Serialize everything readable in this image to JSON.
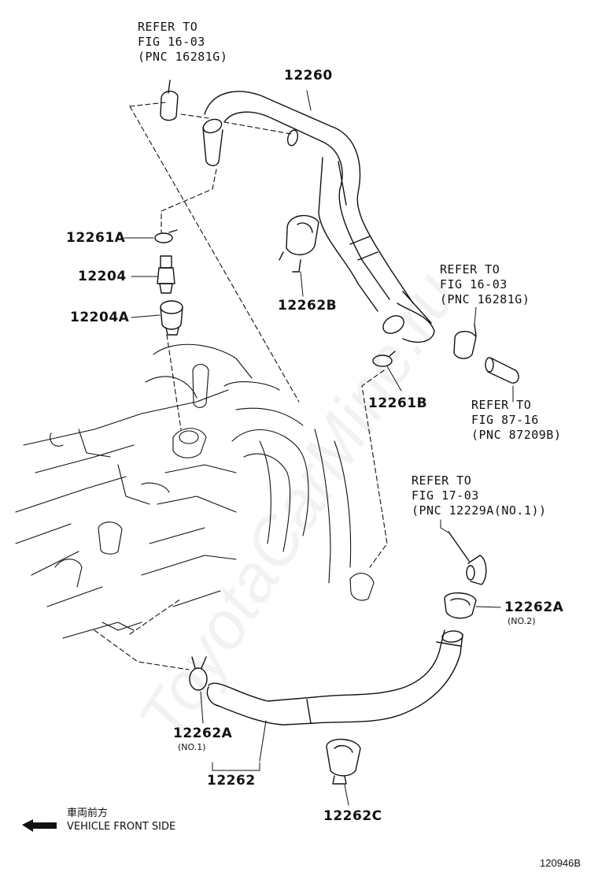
{
  "refs": {
    "ref1": {
      "line1": "REFER TO",
      "line2": "FIG 16-03",
      "line3": "(PNC 16281G)"
    },
    "ref2": {
      "line1": "REFER TO",
      "line2": "FIG 16-03",
      "line3": "(PNC 16281G)"
    },
    "ref3": {
      "line1": "REFER TO",
      "line2": "FIG 87-16",
      "line3": "(PNC 87209B)"
    },
    "ref4": {
      "line1": "REFER TO",
      "line2": "FIG 17-03",
      "line3": "(PNC 12229A(NO.1))"
    }
  },
  "parts": {
    "p12260": "12260",
    "p12261A": "12261A",
    "p12204": "12204",
    "p12204A": "12204A",
    "p12262B": "12262B",
    "p12261B": "12261B",
    "p12262A_no2": "12262A",
    "p12262A_no1": "12262A",
    "p12262": "12262",
    "p12262C": "12262C"
  },
  "notes": {
    "no2": "(NO.2)",
    "no1": "(NO.1)"
  },
  "front": {
    "jp": "車両前方",
    "en": "VEHICLE FRONT SIDE"
  },
  "figure_number": "120946B",
  "watermark": "ToyotaCarMine.ru",
  "colors": {
    "ink": "#111111",
    "background": "#ffffff"
  }
}
